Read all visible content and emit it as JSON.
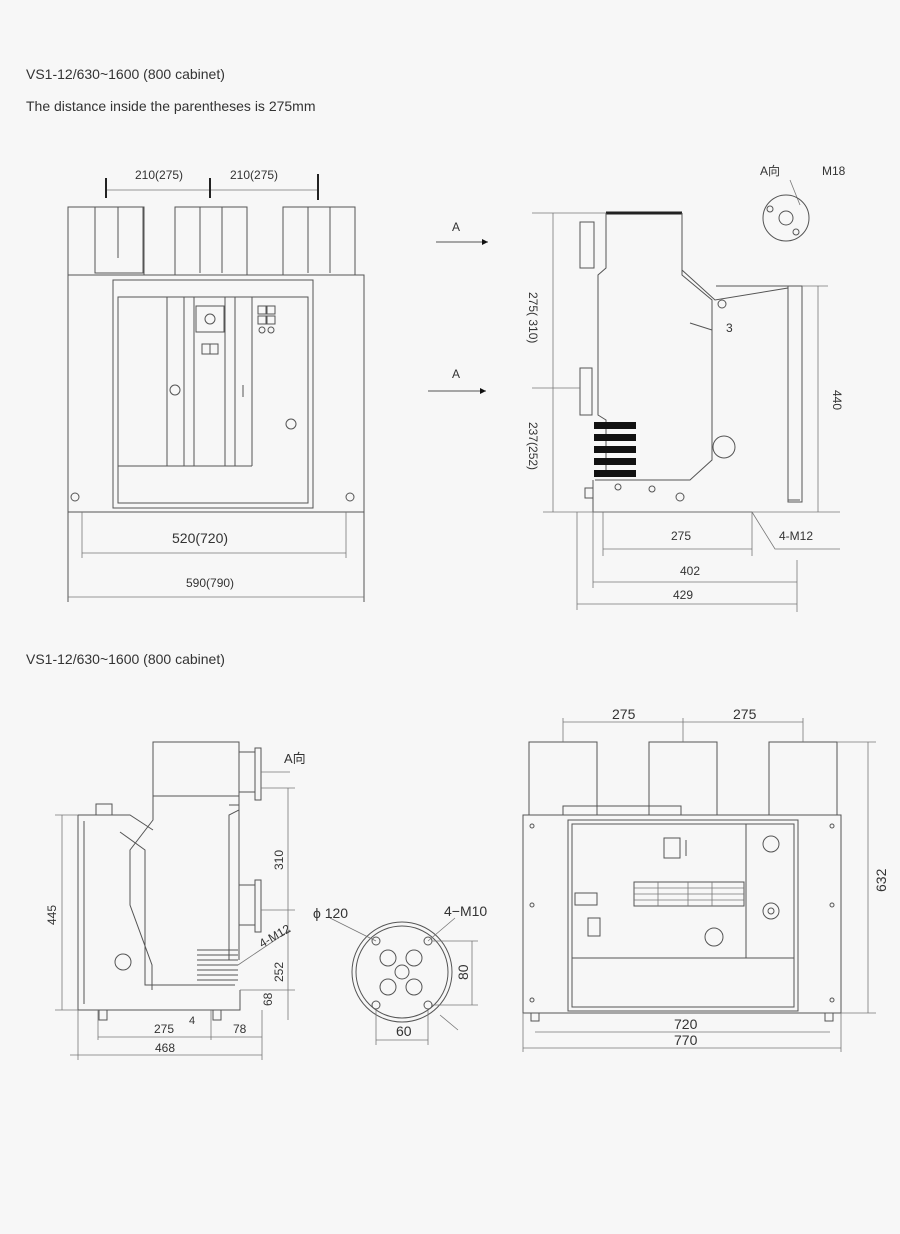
{
  "header": {
    "title_1": "VS1-12/630~1600 (800 cabinet)",
    "note": "The distance inside the parentheses is 275mm",
    "title_2": "VS1-12/630~1600 (800 cabinet)"
  },
  "top_front": {
    "pitch_left": "210(275)",
    "pitch_right": "210(275)",
    "inner_width": "520(720)",
    "outer_width": "590(790)"
  },
  "top_arrows": {
    "arrow_upper": "A",
    "arrow_lower": "A"
  },
  "top_side": {
    "view_label": "A向",
    "thread": "M18",
    "callout": "3",
    "upper_height": "275( 310)",
    "lower_height": "237(252)",
    "height_440": "440",
    "depth_275": "275",
    "mount_bolts": "4-M12",
    "depth_402": "402",
    "depth_429": "429"
  },
  "bottom_side": {
    "view_label": "A向",
    "height_445": "445",
    "height_310": "310",
    "bolt_label": "4-M12",
    "height_252": "252",
    "height_68": "68",
    "small_4": "4",
    "depth_275": "275",
    "depth_78": "78",
    "depth_468": "468"
  },
  "flange": {
    "diameter": "ϕ 120",
    "bolts": "4−M10",
    "pitch_v": "80",
    "pitch_h": "60"
  },
  "bottom_front": {
    "pitch_left": "275",
    "pitch_right": "275",
    "height_632": "632",
    "inner_width": "720",
    "outer_width": "770"
  }
}
